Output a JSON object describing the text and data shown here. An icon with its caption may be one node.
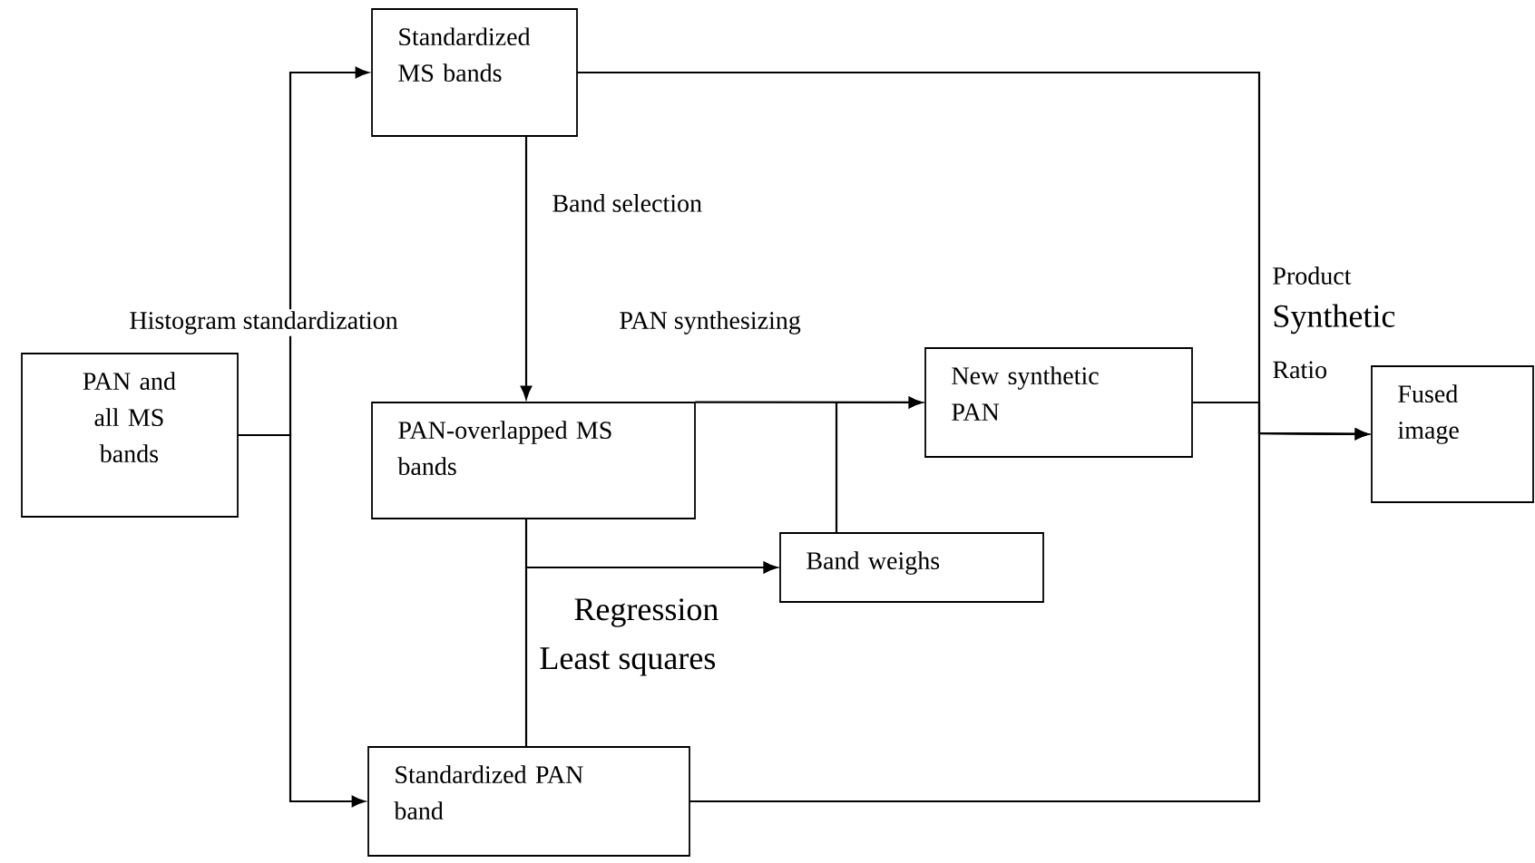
{
  "diagram": {
    "nodes": [
      {
        "text": [
          "PAN and all MS bands"
        ]
      },
      {
        "text": [
          "Standardized MS bands"
        ]
      },
      {
        "text": [
          "PAN-overlapped MS bands"
        ]
      },
      {
        "text": [
          "New synthetic PAN"
        ]
      },
      {
        "text": [
          "Band weighs"
        ]
      },
      {
        "text": [
          "Standardized PAN band"
        ]
      },
      {
        "text": [
          "Fused image"
        ]
      }
    ],
    "edges": [
      {
        "from": 0,
        "to": 1,
        "arrow": "to"
      },
      {
        "from": 0,
        "to": 5,
        "arrow": "to"
      },
      {
        "from": 1,
        "to": 2,
        "arrow": "to",
        "label": "Band selection"
      },
      {
        "from": 2,
        "to": 3,
        "arrow": "to"
      },
      {
        "from": 4,
        "to": 3,
        "arrow": "to"
      },
      {
        "from": 2,
        "to": 4,
        "arrow": "to"
      },
      {
        "from": 5,
        "to": 4,
        "arrow": "to"
      },
      {
        "from": 1,
        "to": 6,
        "arrow": "to"
      },
      {
        "from": 3,
        "to": 6,
        "arrow": "to"
      },
      {
        "from": 5,
        "to": 6,
        "arrow": "to"
      }
    ],
    "labels": [
      "Histogram standardization",
      "PAN synthesizing",
      "Product",
      "Synthetic",
      "Ratio",
      "Regression",
      "Least squares"
    ]
  }
}
